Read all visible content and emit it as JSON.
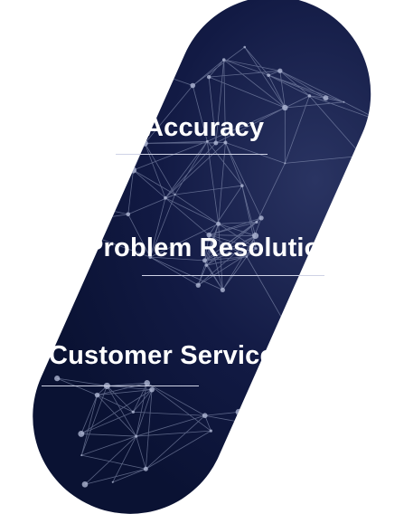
{
  "items": [
    {
      "label": "Accuracy"
    },
    {
      "label": "Problem Resolution"
    },
    {
      "label": "Customer Service"
    }
  ],
  "colors": {
    "background": "#ffffff",
    "capsule_dark": "#0b1336",
    "network_line": "#9aa4c4",
    "text": "#ffffff",
    "rule": "#cfd3e6"
  }
}
